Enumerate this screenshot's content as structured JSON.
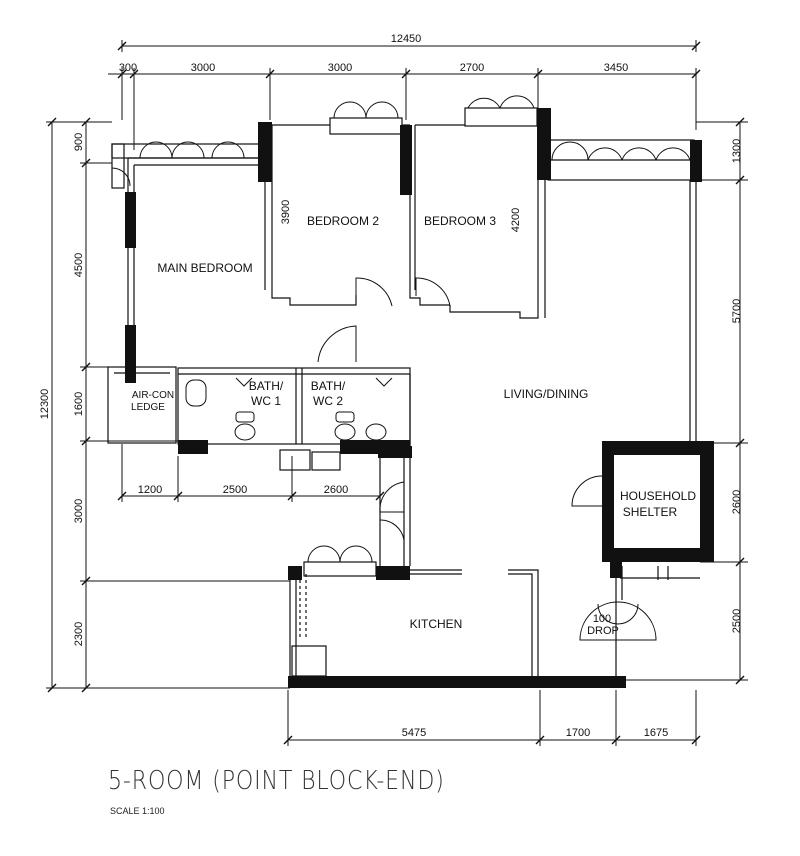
{
  "dimensions": {
    "top_total": "12450",
    "top_segments": [
      "300",
      "3000",
      "3000",
      "2700",
      "3450"
    ],
    "left_total": "12300",
    "left_segments": [
      "900",
      "4500",
      "1600",
      "3000",
      "2300"
    ],
    "right_segments": [
      "1300",
      "5700",
      "2600",
      "2500"
    ],
    "bottom_segments": [
      "5475",
      "1700",
      "1675"
    ],
    "mid_segments": [
      "1200",
      "2500",
      "2600"
    ],
    "bedroom2_depth": "3900",
    "bedroom3_depth": "4200",
    "drop": "100"
  },
  "rooms": {
    "main_bedroom": "MAIN BEDROOM",
    "bedroom2": "BEDROOM 2",
    "bedroom3": "BEDROOM 3",
    "aircon_line1": "AIR-CON",
    "aircon_line2": "LEDGE",
    "bath1_line1": "BATH/",
    "bath1_line2": "WC 1",
    "bath2_line1": "BATH/",
    "bath2_line2": "WC 2",
    "living": "LIVING/DINING",
    "shelter_line1": "HOUSEHOLD",
    "shelter_line2": "SHELTER",
    "kitchen": "KITCHEN",
    "drop_label": "DROP"
  },
  "title": "5-ROOM (POINT BLOCK-END)",
  "scale": "SCALE  1:100"
}
